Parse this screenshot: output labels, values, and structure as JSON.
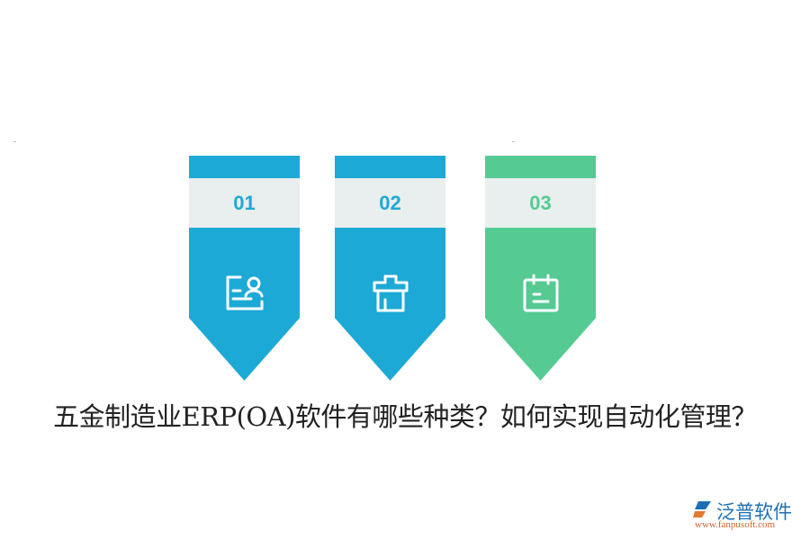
{
  "colors": {
    "blue": "#1da9d6",
    "green": "#55cb93",
    "band": "#e9eeee"
  },
  "cards": [
    {
      "number": "01",
      "color": "#1da9d6",
      "icon": "id-card-user-icon"
    },
    {
      "number": "02",
      "color": "#1da9d6",
      "icon": "shop-house-icon"
    },
    {
      "number": "03",
      "color": "#55cb93",
      "icon": "calendar-notes-icon"
    }
  ],
  "title": "五金制造业ERP(OA)软件有哪些种类？如何实现自动化管理？",
  "logo": {
    "brand": "泛普软件",
    "url": "www.fanpusoft.com"
  }
}
